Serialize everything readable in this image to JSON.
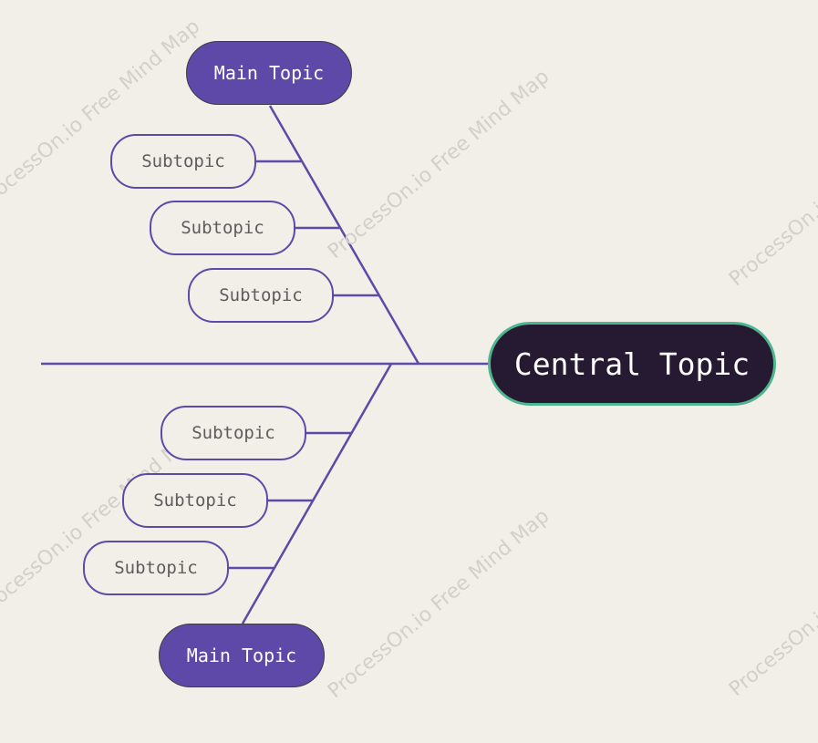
{
  "diagram": {
    "central_topic": "Central Topic",
    "main_topics": [
      "Main Topic",
      "Main Topic"
    ],
    "upper_subtopics": [
      "Subtopic",
      "Subtopic",
      "Subtopic"
    ],
    "lower_subtopics": [
      "Subtopic",
      "Subtopic",
      "Subtopic"
    ]
  },
  "watermark": {
    "text": "ProcessOn.io Free Mind Map",
    "fragment": "ProcessOn.i"
  },
  "colors": {
    "background": "#f2efe9",
    "line": "#5f49a8",
    "main_topic_fill": "#5f49a8",
    "central_fill": "#261a33",
    "central_border": "#4fb58f",
    "subtopic_text": "#5c5c5c",
    "watermark": "#d4d0c9"
  }
}
